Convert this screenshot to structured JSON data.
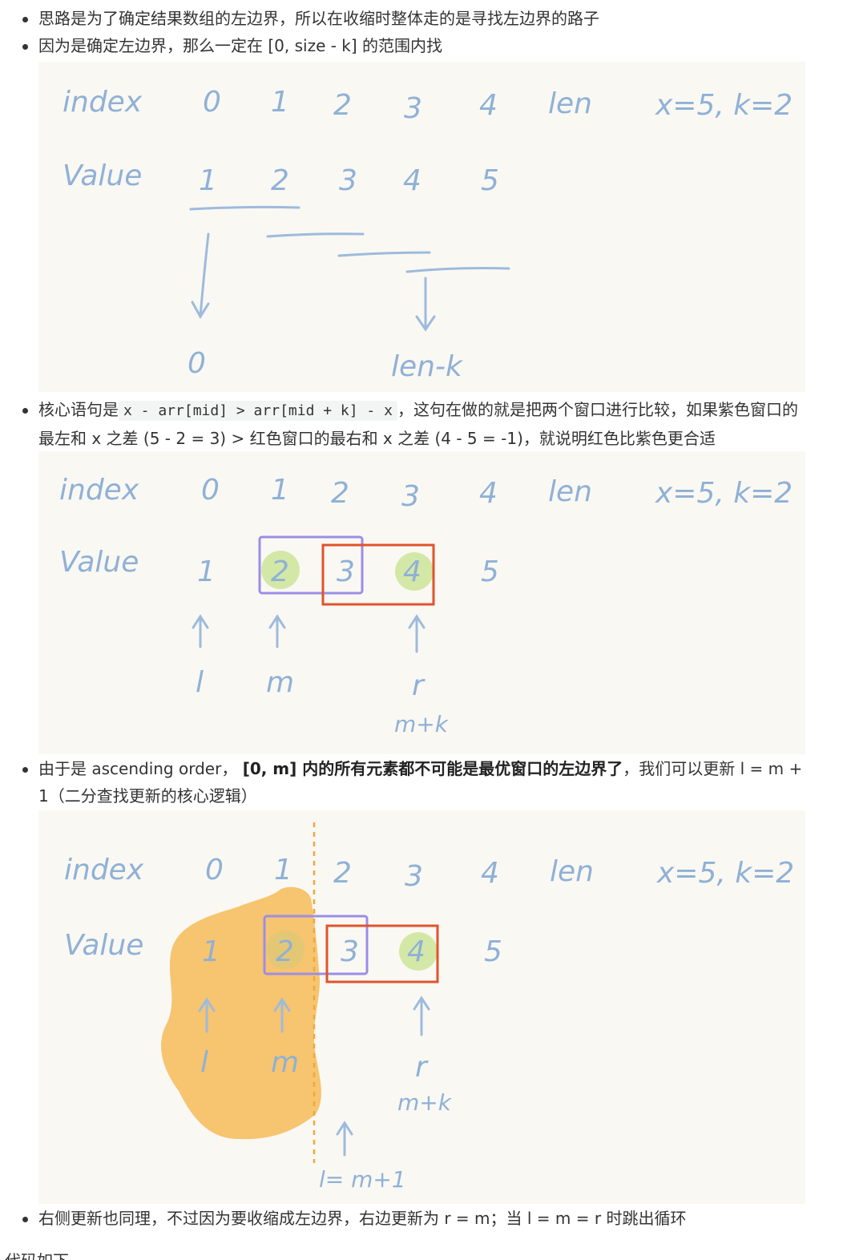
{
  "bullets": [
    "思路是为了确定结果数组的左边界，所以在收缩时整体走的是寻找左边界的路子",
    "因为是确定左边界，那么一定在 [0, size - k] 的范围内找"
  ],
  "bullet3": {
    "prefix": "核心语句是",
    "code": "x - arr[mid] > arr[mid + k] - x",
    "suffix": "，这句在做的就是把两个窗口进行比较，如果紫色窗口的最左和 x 之差 (5 - 2 = 3) > 红色窗口的最右和 x 之差 (4 - 5 = -1)，就说明红色比紫色更合适"
  },
  "bullet4": {
    "prefix": "由于是 ascending order，",
    "bold": "[0, m] 内的所有元素都不可能是最优窗口的左边界了",
    "suffix": "，我们可以更新 l = m + 1（二分查找更新的核心逻辑）"
  },
  "bullet5": "右侧更新也同理，不过因为要收缩成左边界，右边更新为 r = m；当 l = m = r 时跳出循环",
  "footer_fragment": "代码如下",
  "sketch": {
    "index_label": "index",
    "value_label": "Value",
    "indices": [
      "0",
      "1",
      "2",
      "3",
      "4"
    ],
    "len_label": "len",
    "params": "x=5,  k=2",
    "values": [
      "1",
      "2",
      "3",
      "4",
      "5"
    ],
    "bottom_left": "0",
    "bottom_right": "len-k",
    "pointer_l": "l",
    "pointer_m": "m",
    "pointer_r": "r",
    "pointer_mk": "m+k",
    "update_label": "l= m+1"
  },
  "colors": {
    "ink": "#8fb1d6",
    "purple": "#9b8ee6",
    "red": "#e0532c",
    "green_highlight": "#d3e8a6",
    "orange_scribble": "#f7c46f",
    "dashed_line": "#f0a83a",
    "paper": "#faf8f3"
  }
}
